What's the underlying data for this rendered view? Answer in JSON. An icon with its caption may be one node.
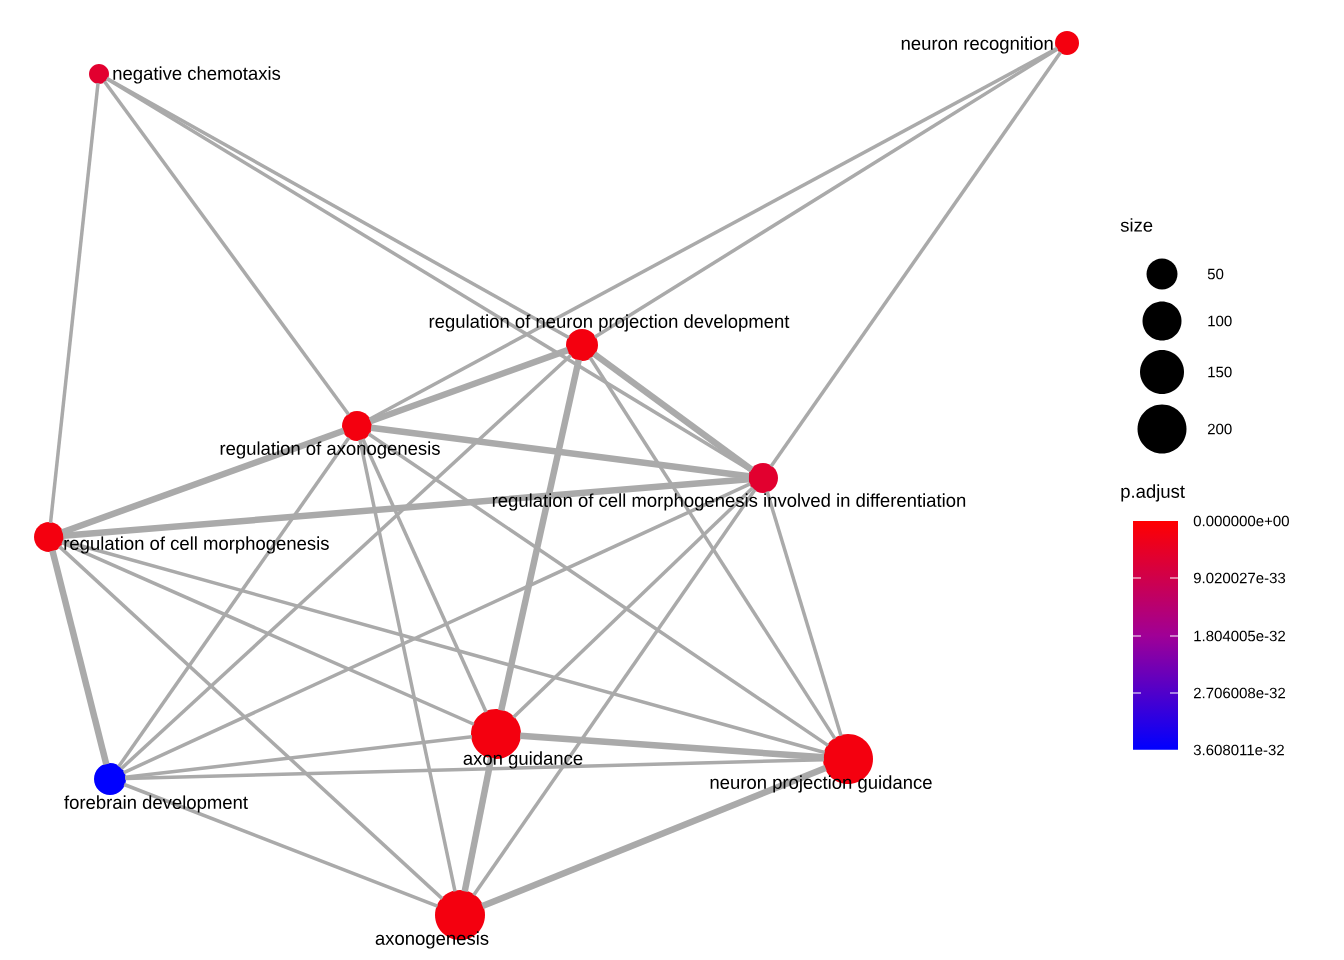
{
  "diagram": {
    "nodes": [
      {
        "text": [
          "negative chemotaxis"
        ]
      },
      {
        "text": [
          "neuron recognition"
        ]
      },
      {
        "text": [
          "regulation of neuron projection development"
        ]
      },
      {
        "text": [
          "regulation of axonogenesis"
        ]
      },
      {
        "text": [
          "regulation of cell morphogenesis involved in differentiation"
        ]
      },
      {
        "text": [
          "regulation of cell morphogenesis"
        ]
      },
      {
        "text": [
          "forebrain development"
        ]
      },
      {
        "text": [
          "axon guidance"
        ]
      },
      {
        "text": [
          "neuron projection guidance"
        ]
      },
      {
        "text": [
          "axonogenesis"
        ]
      }
    ],
    "edges": [
      {
        "from": 0,
        "to": 5,
        "arrow": "none"
      },
      {
        "from": 0,
        "to": 3,
        "arrow": "none"
      },
      {
        "from": 0,
        "to": 2,
        "arrow": "none"
      },
      {
        "from": 0,
        "to": 4,
        "arrow": "none"
      },
      {
        "from": 1,
        "to": 2,
        "arrow": "none"
      },
      {
        "from": 1,
        "to": 3,
        "arrow": "none"
      },
      {
        "from": 1,
        "to": 4,
        "arrow": "none"
      },
      {
        "from": 2,
        "to": 3,
        "arrow": "none",
        "style": "thick"
      },
      {
        "from": 2,
        "to": 4,
        "arrow": "none",
        "style": "thick"
      },
      {
        "from": 2,
        "to": 6,
        "arrow": "none"
      },
      {
        "from": 2,
        "to": 7,
        "arrow": "none",
        "style": "thick"
      },
      {
        "from": 2,
        "to": 8,
        "arrow": "none"
      },
      {
        "from": 3,
        "to": 4,
        "arrow": "none",
        "style": "thick"
      },
      {
        "from": 3,
        "to": 5,
        "arrow": "none",
        "style": "thick"
      },
      {
        "from": 3,
        "to": 6,
        "arrow": "none"
      },
      {
        "from": 3,
        "to": 7,
        "arrow": "none"
      },
      {
        "from": 3,
        "to": 8,
        "arrow": "none"
      },
      {
        "from": 3,
        "to": 9,
        "arrow": "none"
      },
      {
        "from": 4,
        "to": 5,
        "arrow": "none",
        "style": "thick"
      },
      {
        "from": 4,
        "to": 6,
        "arrow": "none"
      },
      {
        "from": 4,
        "to": 7,
        "arrow": "none"
      },
      {
        "from": 4,
        "to": 8,
        "arrow": "none"
      },
      {
        "from": 4,
        "to": 9,
        "arrow": "none"
      },
      {
        "from": 5,
        "to": 6,
        "arrow": "none",
        "style": "thick"
      },
      {
        "from": 5,
        "to": 7,
        "arrow": "none"
      },
      {
        "from": 5,
        "to": 8,
        "arrow": "none"
      },
      {
        "from": 5,
        "to": 9,
        "arrow": "none"
      },
      {
        "from": 6,
        "to": 7,
        "arrow": "none"
      },
      {
        "from": 6,
        "to": 8,
        "arrow": "none"
      },
      {
        "from": 6,
        "to": 9,
        "arrow": "none"
      },
      {
        "from": 7,
        "to": 8,
        "arrow": "none",
        "style": "thick"
      },
      {
        "from": 7,
        "to": 9,
        "arrow": "none",
        "style": "thick"
      },
      {
        "from": 8,
        "to": 9,
        "arrow": "none",
        "style": "thick"
      }
    ],
    "labels": [
      "size",
      "p.adjust",
      "0.000000e+00",
      "9.020027e-33",
      "1.804005e-32",
      "2.706008e-32",
      "3.608011e-32"
    ],
    "legend": [
      {
        "text": "50"
      },
      {
        "text": "100"
      },
      {
        "text": "150"
      },
      {
        "text": "200"
      }
    ]
  }
}
